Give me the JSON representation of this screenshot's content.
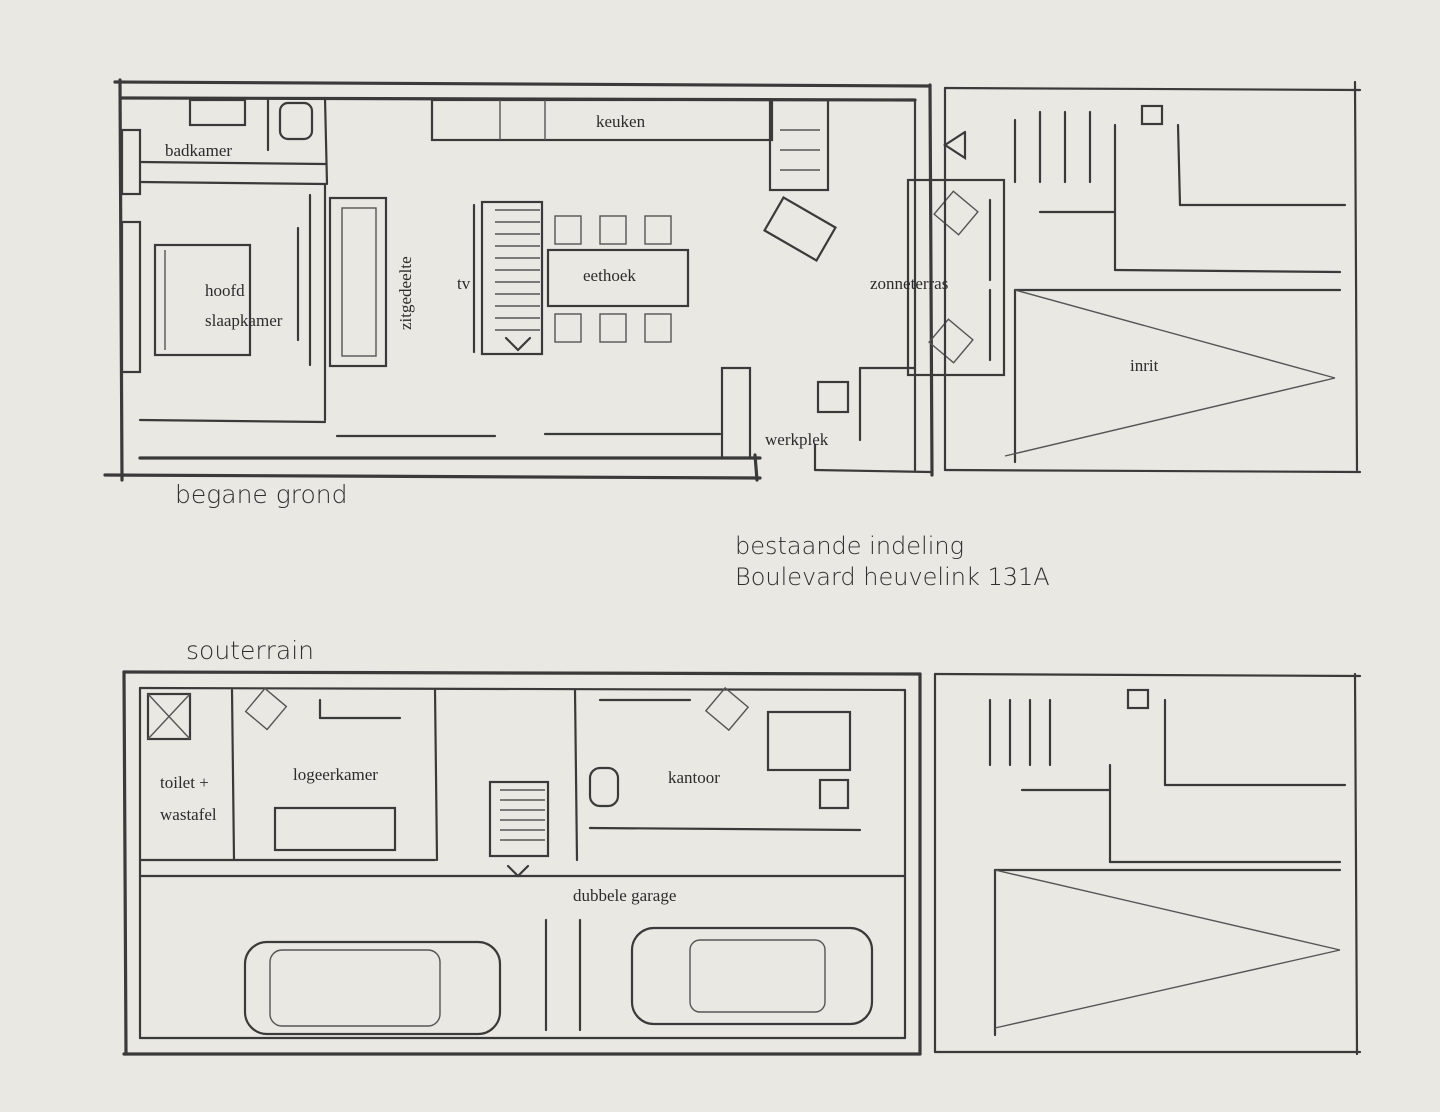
{
  "title": {
    "line1": "bestaande indeling",
    "line2": "Boulevard heuvelink 131A"
  },
  "floors": {
    "ground": {
      "name": "begane grond",
      "rooms": {
        "badkamer": "badkamer",
        "keuken": "keuken",
        "hoofd": "hoofd",
        "slaapkamer": "slaapkamer",
        "zitgedeelte": "zitgedeelte",
        "tv": "tv",
        "eethoek": "eethoek",
        "zonneterras": "zonneterras",
        "inrit": "inrit",
        "werkplek": "werkplek"
      }
    },
    "basement": {
      "name": "souterrain",
      "rooms": {
        "toilet": "toilet +",
        "wastafel": "wastafel",
        "logeerkamer": "logeerkamer",
        "kantoor": "kantoor",
        "garage": "dubbele garage"
      }
    }
  }
}
